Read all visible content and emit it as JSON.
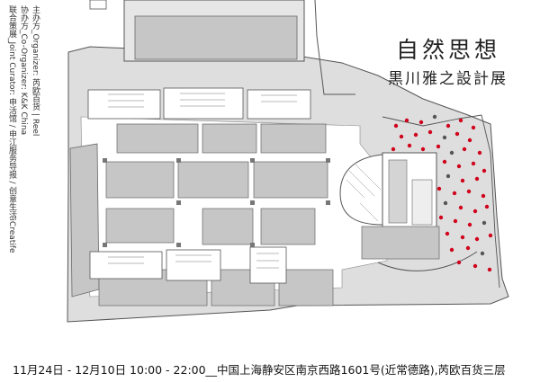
{
  "credits": [
    "主办方_Organizer: 芮欧百货 | Reel",
    "协办方_Co-Organizer: K&K China",
    "联合策展_Joint Curator: 申活馆 / 申江服务导报 / 创意生活iCreatife"
  ],
  "title": "自然思想",
  "subtitle": "黒川雅之設計展",
  "footer": "11月24日 - 12月10日 10:00 - 22:00__中国上海静安区南京西路1601号(近常德路),芮欧百货三层",
  "colors": {
    "dots": "#d0021b",
    "room_fill": "#c6c6c6",
    "outer_fill": "#dedede",
    "line": "#555555"
  }
}
